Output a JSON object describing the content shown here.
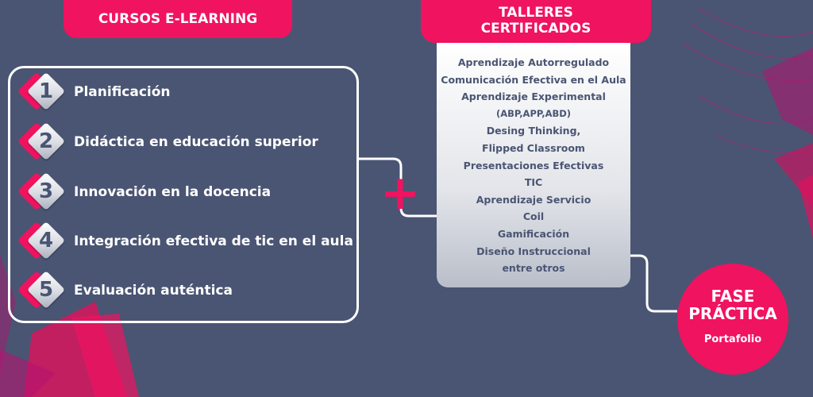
{
  "colors": {
    "background": "#4a5573",
    "accent": "#f0135f",
    "text_dark": "#4a5573",
    "text_light": "#ffffff"
  },
  "cursos": {
    "title": "CURSOS E-LEARNING",
    "items": [
      {
        "number": "1",
        "label": "Planificación"
      },
      {
        "number": "2",
        "label": "Didáctica en educación superior"
      },
      {
        "number": "3",
        "label": "Innovación en la docencia"
      },
      {
        "number": "4",
        "label": "Integración efectiva de tic en el aula"
      },
      {
        "number": "5",
        "label": "Evaluación auténtica"
      }
    ]
  },
  "plus_symbol": "+",
  "talleres": {
    "title_line1": "TALLERES",
    "title_line2": "CERTIFICADOS",
    "items": [
      "Aprendizaje Autorregulado",
      "Comunicación Efectiva en el Aula",
      "Aprendizaje Experimental",
      "(ABP,APP,ABD)",
      "Desing Thinking,",
      "Flipped Classroom",
      "Presentaciones Efectivas",
      "TIC",
      "Aprendizaje Servicio",
      "Coil",
      "Gamificación",
      "Diseño Instruccional",
      "entre otros"
    ]
  },
  "fase": {
    "line1": "FASE",
    "line2": "PRÁCTICA",
    "subtitle": "Portafolio"
  }
}
